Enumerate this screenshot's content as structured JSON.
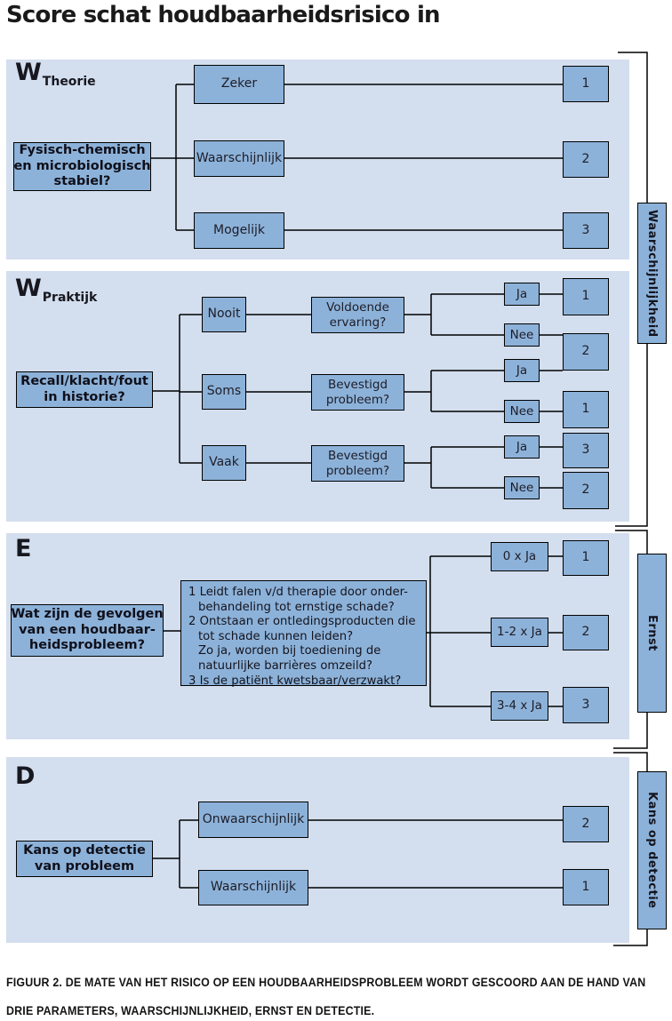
{
  "title": "Score schat houdbaarheidsrisico in",
  "colors": {
    "panel_background": "#d3deee",
    "box_fill": "#8db2d9",
    "border": "#000000",
    "text": "#1d1d28"
  },
  "side_labels": {
    "probability": "Waarschijnlijkheid",
    "severity": "Ernst",
    "detection": "Kans op detectie"
  },
  "panels": {
    "theorie": {
      "label_main": "W",
      "label_sub": "Theorie",
      "question_lines": [
        "Fysisch-chemisch",
        "en microbiologisch",
        "stabiel?"
      ],
      "options": [
        {
          "label": "Zeker",
          "score": "1"
        },
        {
          "label": "Waarschijnlijk",
          "score": "2"
        },
        {
          "label": "Mogelijk",
          "score": "3"
        }
      ]
    },
    "praktijk": {
      "label_main": "W",
      "label_sub": "Praktijk",
      "question_lines": [
        "Recall/klacht/fout",
        "in historie?"
      ],
      "branch_options": [
        "Nooit",
        "Soms",
        "Vaak"
      ],
      "followup_questions": [
        [
          "Voldoende",
          "ervaring?"
        ],
        [
          "Bevestigd",
          "probleem?"
        ],
        [
          "Bevestigd",
          "probleem?"
        ]
      ],
      "answer_boxes": [
        "Ja",
        "Nee",
        "Ja",
        "Nee",
        "Ja",
        "Nee"
      ],
      "score_boxes": [
        "1",
        "2",
        "1",
        "3",
        "2"
      ]
    },
    "ernst": {
      "label_main": "E",
      "question_lines": [
        "Wat zijn de gevolgen",
        "van een houdbaar-",
        "heidsprobleem?"
      ],
      "criteria_lines": [
        "1 Leidt falen v/d therapie door onder-",
        "behandeling tot ernstige schade?",
        "2 Ontstaan er ontledingsproducten die",
        "tot schade kunnen leiden?",
        "Zo ja, worden bij toediening de",
        "natuurlijke barrières omzeild?",
        "3 Is de patiënt kwetsbaar/verzwakt?"
      ],
      "options": [
        {
          "label": "0 x Ja",
          "score": "1"
        },
        {
          "label": "1-2 x Ja",
          "score": "2"
        },
        {
          "label": "3-4 x Ja",
          "score": "3"
        }
      ]
    },
    "detectie": {
      "label_main": "D",
      "question_lines": [
        "Kans op detectie",
        "van probleem"
      ],
      "options": [
        {
          "label": "Onwaarschijnlijk",
          "score": "2"
        },
        {
          "label": "Waarschijnlijk",
          "score": "1"
        }
      ]
    }
  },
  "caption_lines": [
    "FIGUUR 2. DE MATE VAN HET RISICO OP EEN HOUDBAARHEIDSPROBLEEM WORDT GESCOORD AAN DE HAND VAN",
    "DRIE PARAMETERS, WAARSCHIJNLIJKHEID, ERNST EN DETECTIE."
  ]
}
